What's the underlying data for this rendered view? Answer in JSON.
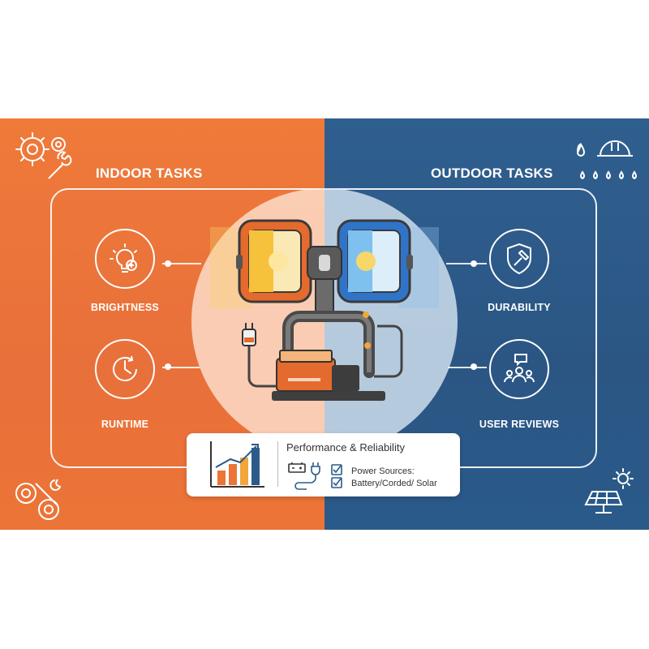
{
  "sections": {
    "indoor_title": "INDOOR TASKS",
    "outdoor_title": "OUTDOOR TASKS"
  },
  "features": {
    "brightness": "BRIGHTNESS",
    "runtime": "RUNTIME",
    "durability": "DURABILITY",
    "user_reviews": "USER REVIEWS"
  },
  "card": {
    "title": "Performance & Reliability",
    "power_label_line1": "Power Sources:",
    "power_label_line2": "Battery/Corded/ Solar"
  },
  "colors": {
    "orange": "#ec7436",
    "blue": "#2c5b8a",
    "lamp_orange": "#e46a2d",
    "lamp_blue": "#2f74c8",
    "lamp_light": "#f6c23c"
  }
}
